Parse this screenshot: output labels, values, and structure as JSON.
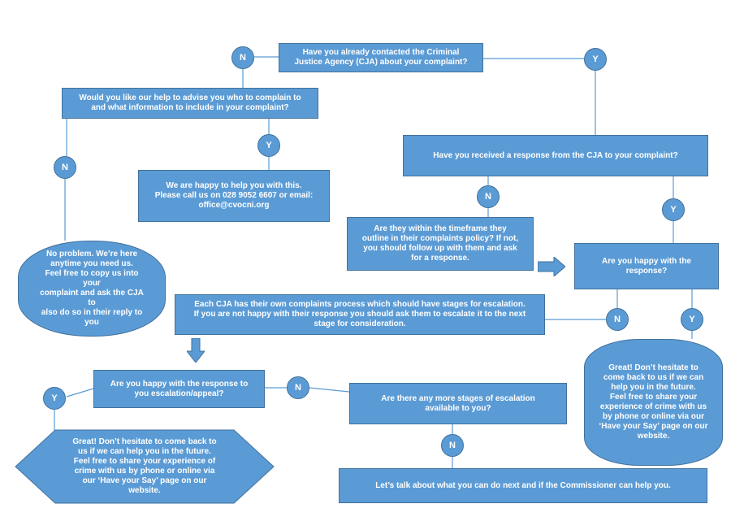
{
  "questions": {
    "contacted_cja": "Have you already contacted the Criminal\nJustice Agency (CJA) about your complaint?",
    "help_advise": "Would you like our help to advise you who to complain to\nand what information to include in your complaint?",
    "received_response": "Have you received a response from the CJA to your complaint?",
    "within_timeframe": "Are they within the timeframe they\noutline in their complaints policy? If not,\nyou should follow up with them and ask\nfor a response.",
    "happy_response": "Are you happy with the\nresponse?",
    "happy_escalation": "Are you happy with the response to\nyou escalation/appeal?",
    "more_stages": "Are there any more stages of escalation\navailable to you?"
  },
  "messages": {
    "happy_to_help": "We are happy to help you with this.\nPlease call us on 028 9052 6607 or email:\noffice@cvocni.org",
    "no_problem": "No problem. We’re here\nanytime you need us.\nFeel free to copy us into your\ncomplaint and ask the CJA to\nalso do so in their reply to\nyou",
    "escalation_process": "Each CJA has their own complaints process which should have stages for escalation.\nIf you are not happy with their response you should ask them to escalate it to the next\nstage for consideration.",
    "great_right": "Great! Don’t hesitate to\ncome back to us if we can\nhelp you in the future.\nFeel free to share your\nexperience of crime with us\nby phone or online via our\n‘Have your Say’ page on our\nwebsite.",
    "great_left": "Great! Don’t hesitate to come back to\nus if we can help you in the future.\nFeel free to share your experience of\ncrime with us by phone or online via\nour ‘Have your Say’ page on our\nwebsite.",
    "lets_talk": "Let’s talk about what you can do next and if the Commissioner can help you."
  },
  "answers": {
    "no": "N",
    "yes": "Y"
  },
  "colors": {
    "fill": "#5b9bd5",
    "border": "#41719c",
    "text": "#ffffff"
  }
}
